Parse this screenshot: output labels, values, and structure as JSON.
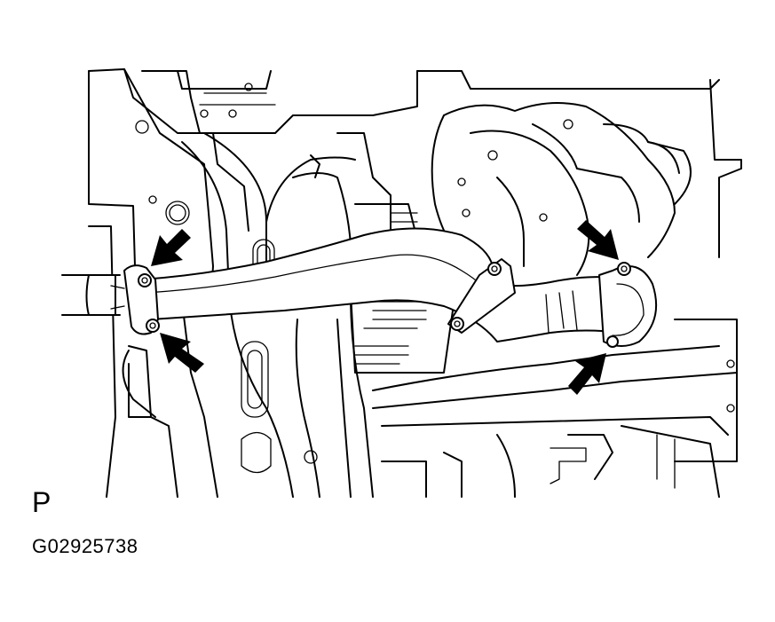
{
  "figure": {
    "view_letter": "P",
    "code": "G02925738"
  },
  "icons": {
    "arrow": "bolt-location-arrow"
  },
  "colors": {
    "line": "#000000",
    "background": "#ffffff"
  }
}
